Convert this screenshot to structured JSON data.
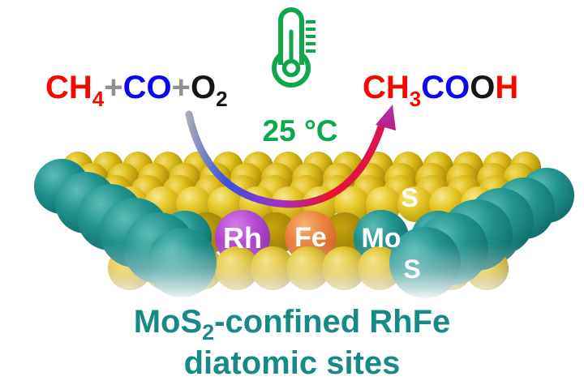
{
  "reaction": {
    "reactants": [
      {
        "t": "CH",
        "color": "#f50800"
      },
      {
        "t": "4",
        "color": "#f50800",
        "sub": true
      },
      {
        "t": "+",
        "color": "#8f8f8f"
      },
      {
        "t": "CO",
        "color": "#0b07f2"
      },
      {
        "t": "+",
        "color": "#8f8f8f"
      },
      {
        "t": "O",
        "color": "#161616"
      },
      {
        "t": "2",
        "color": "#161616",
        "sub": true
      }
    ],
    "product": [
      {
        "t": "CH",
        "color": "#f50800"
      },
      {
        "t": "3",
        "color": "#f50800",
        "sub": true
      },
      {
        "t": "C",
        "color": "#0b07f2"
      },
      {
        "t": "O",
        "color": "#0b07f2"
      },
      {
        "t": "O",
        "color": "#161616"
      },
      {
        "t": "H",
        "color": "#f50800"
      }
    ],
    "temperature": "25 °C"
  },
  "structure": {
    "labels": {
      "rh": "Rh",
      "fe": "Fe",
      "mo": "Mo",
      "s_top": "S",
      "s_bottom": "S"
    }
  },
  "caption": {
    "part1": "MoS",
    "sub": "2",
    "part2": "-confined RhFe",
    "line2": "diatomic sites"
  },
  "icons": {
    "thermometer": "thermometer-icon"
  },
  "colors": {
    "formula_red": "#f50800",
    "formula_blue": "#0b07f2",
    "formula_gray": "#8f8f8f",
    "formula_black": "#161616",
    "temperature_green": "#0ca94a",
    "caption_teal": "#178a85",
    "sphere_sulfur_yellow": "#ddbe1c",
    "sphere_mo_teal": "#22938e",
    "sphere_rh_purple": "#b34ad1",
    "sphere_fe_orange": "#ea8440",
    "arrow_gradient": [
      "#a8aab2",
      "#3b4fe0",
      "#9c32c8",
      "#e8122e",
      "#c02090"
    ]
  }
}
